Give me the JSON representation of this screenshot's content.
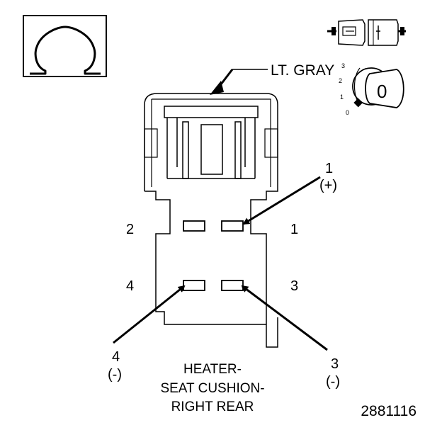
{
  "color_label": "LT. GRAY",
  "omega_symbol": "Ω",
  "key_positions": [
    "3",
    "2",
    "1",
    "0"
  ],
  "key_label": "0",
  "cavity_labels": {
    "left_top": "2",
    "right_top": "1",
    "left_bottom": "4",
    "right_bottom": "3"
  },
  "callouts": [
    {
      "id": "pin1",
      "number": "1",
      "polarity": "(+)"
    },
    {
      "id": "pin4",
      "number": "4",
      "polarity": "(-)"
    },
    {
      "id": "pin3",
      "number": "3",
      "polarity": "(-)"
    }
  ],
  "caption": {
    "line1": "HEATER-",
    "line2": "SEAT CUSHION-",
    "line3": "RIGHT REAR"
  },
  "figure_id": "2881116"
}
